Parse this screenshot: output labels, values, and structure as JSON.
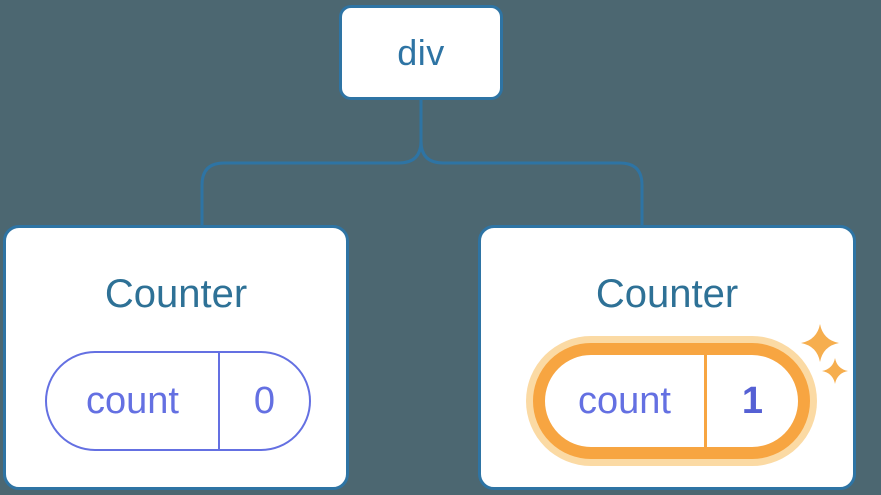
{
  "diagram": {
    "root": {
      "label": "div"
    },
    "children": [
      {
        "title": "Counter",
        "state": {
          "key": "count",
          "value": "0"
        },
        "highlighted": false
      },
      {
        "title": "Counter",
        "state": {
          "key": "count",
          "value": "1"
        },
        "highlighted": true
      }
    ],
    "colors": {
      "background": "#4C6771",
      "node_border_blue": "#2E74A4",
      "node_title_blue": "#2E7196",
      "state_purple": "#6470E2",
      "state_value_bold_purple": "#5560D4",
      "highlight_orange": "#F7A541",
      "highlight_glow": "#FBDAA4",
      "sparkle_orange": "#F6AE4E"
    }
  }
}
